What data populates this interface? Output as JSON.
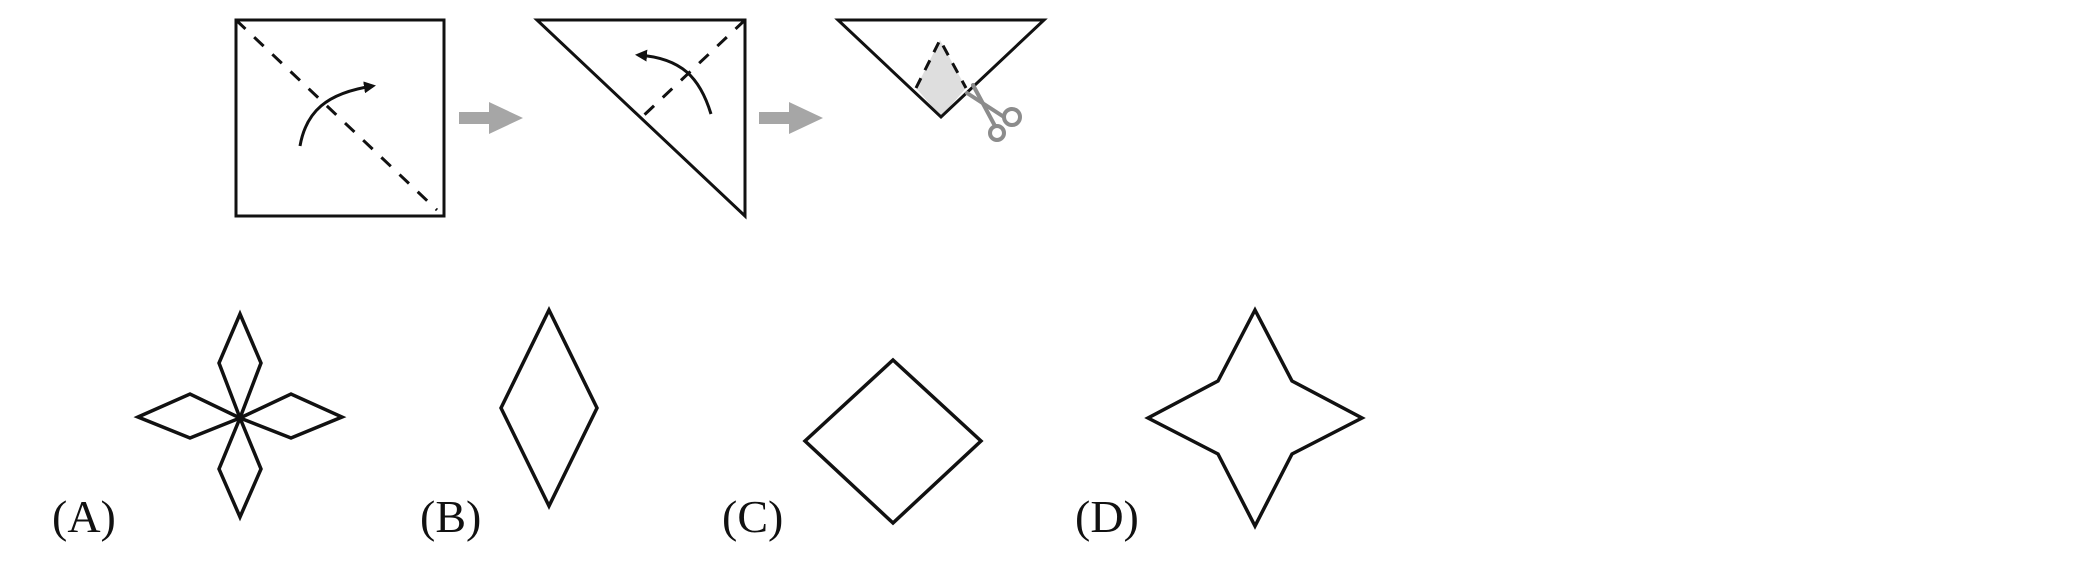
{
  "colors": {
    "stroke": "#111111",
    "arrow": "#a6a6a6",
    "cut_fill": "#dedede",
    "scissors": "#8c8c8c"
  },
  "steps": [
    {
      "name": "square-with-diagonal",
      "icon": "fold-arrow"
    },
    {
      "name": "folded-triangle",
      "icon": "fold-arrow"
    },
    {
      "name": "folded-small-triangle-with-cut",
      "icon": "scissors-icon"
    }
  ],
  "options": [
    {
      "label": "(A)",
      "shape": "four-diamond-star"
    },
    {
      "label": "(B)",
      "shape": "tall-rhombus"
    },
    {
      "label": "(C)",
      "shape": "square-rhombus"
    },
    {
      "label": "(D)",
      "shape": "four-point-star"
    }
  ]
}
